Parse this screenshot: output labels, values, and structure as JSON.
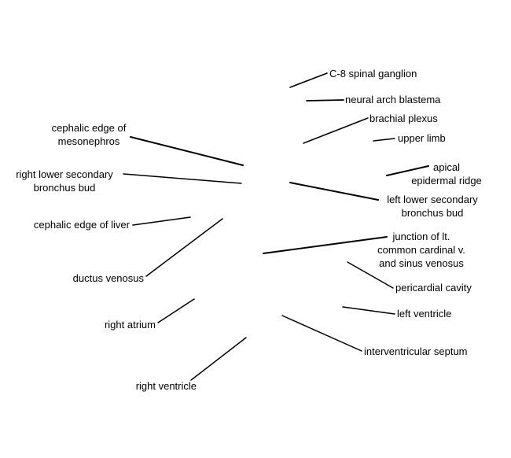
{
  "diagram": {
    "labels": {
      "c8_spinal_ganglion": "C-8 spinal ganglion",
      "neural_arch_blastema": "neural arch blastema",
      "brachial_plexus": "brachial plexus",
      "upper_limb": "upper limb",
      "apical_epidermal_ridge": "apical\nepidermal ridge",
      "left_lower_secondary_bronchus_bud": "left lower secondary\nbronchus bud",
      "junction_lt_common_cardinal_sinus_venosus": "junction of lt.\ncommon cardinal v.\nand sinus venosus",
      "pericardial_cavity": "pericardial cavity",
      "left_ventricle": "left ventricle",
      "interventricular_septum": "interventricular septum",
      "cephalic_edge_of_mesonephros": "cephalic edge of\nmesonephros",
      "right_lower_secondary_bronchus_bud": "right lower secondary\nbronchus bud",
      "cephalic_edge_of_liver": "cephalic edge of liver",
      "ductus_venosus": "ductus venosus",
      "right_atrium": "right atrium",
      "right_ventricle": "right ventricle"
    },
    "colors": {
      "line": "#000000",
      "text": "#000000",
      "background": "#ffffff"
    }
  }
}
